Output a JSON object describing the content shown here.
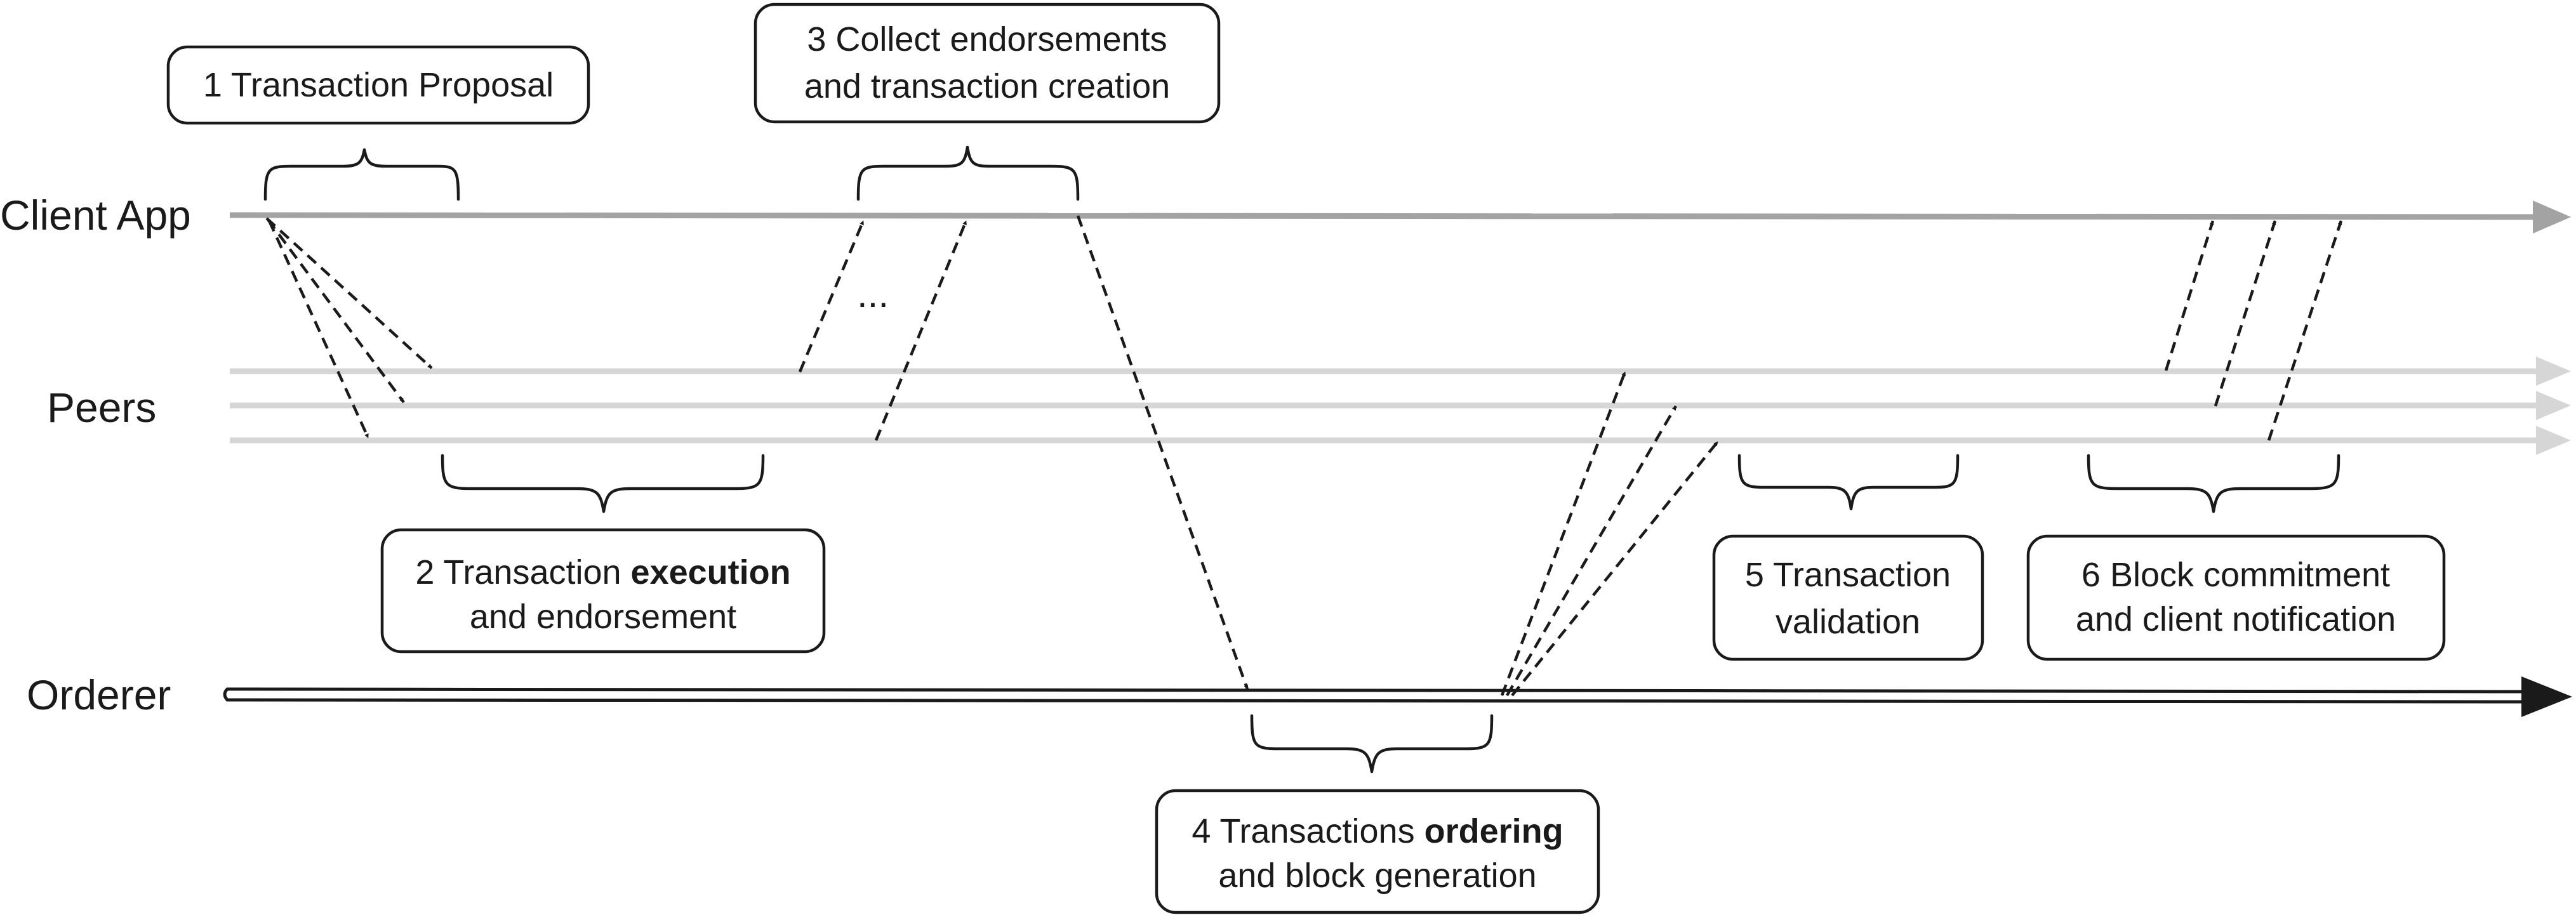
{
  "lanes": {
    "client": "Client App",
    "peers": "Peers",
    "orderer": "Orderer"
  },
  "steps": {
    "s1": {
      "line1": "1 Transaction Proposal"
    },
    "s2": {
      "line1_pre": "2 Transaction ",
      "line1_bold": "execution",
      "line2": "and endorsement"
    },
    "s3": {
      "line1": "3 Collect endorsements",
      "line2": "and transaction creation"
    },
    "s4": {
      "line1_pre": "4 Transactions ",
      "line1_bold": "ordering",
      "line2": "and block generation"
    },
    "s5": {
      "line1": "5 Transaction",
      "line2_bold": "validation"
    },
    "s6": {
      "line1": "6 Block commitment",
      "line2": "and client notification"
    }
  },
  "ellipsis": "...",
  "colors": {
    "client_line": "#a3a3a3",
    "peer_line": "#d6d6d6",
    "ink": "#1a1a1a"
  }
}
